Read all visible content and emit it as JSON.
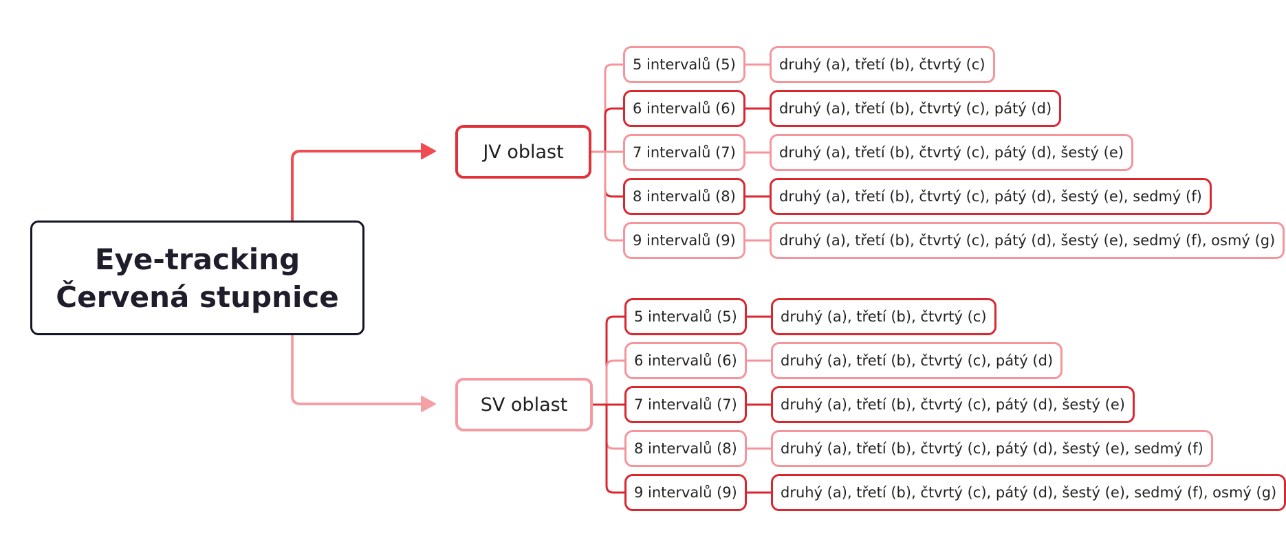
{
  "root": {
    "title_line1": "Eye-tracking",
    "title_line2": "Červená stupnice"
  },
  "colors": {
    "dark": "#d9262f",
    "light": "#f5959b",
    "root_border": "#141428",
    "arrow_top": "#ef4b50",
    "arrow_bottom": "#f5a0a5"
  },
  "branches": [
    {
      "label": "JV oblast",
      "emphasis": "dark",
      "rows": [
        {
          "interval": "5 intervalů (5)",
          "result": "druhý (a), třetí (b), čtvrtý (c)",
          "emphasis": "light"
        },
        {
          "interval": "6 intervalů (6)",
          "result": "druhý (a), třetí (b), čtvrtý (c), pátý (d)",
          "emphasis": "dark"
        },
        {
          "interval": "7 intervalů (7)",
          "result": "druhý (a), třetí (b), čtvrtý (c), pátý (d), šestý (e)",
          "emphasis": "light"
        },
        {
          "interval": "8 intervalů (8)",
          "result": "druhý (a), třetí (b), čtvrtý (c), pátý (d), šestý (e), sedmý (f)",
          "emphasis": "dark"
        },
        {
          "interval": "9 intervalů (9)",
          "result": "druhý (a), třetí (b), čtvrtý (c), pátý (d), šestý (e), sedmý (f), osmý (g)",
          "emphasis": "light"
        }
      ]
    },
    {
      "label": "SV oblast",
      "emphasis": "light",
      "rows": [
        {
          "interval": "5 intervalů (5)",
          "result": "druhý (a), třetí (b), čtvrtý (c)",
          "emphasis": "dark"
        },
        {
          "interval": "6 intervalů (6)",
          "result": "druhý (a), třetí (b), čtvrtý (c), pátý (d)",
          "emphasis": "light"
        },
        {
          "interval": "7 intervalů (7)",
          "result": "druhý (a), třetí (b), čtvrtý (c), pátý (d), šestý (e)",
          "emphasis": "dark"
        },
        {
          "interval": "8 intervalů (8)",
          "result": "druhý (a), třetí (b), čtvrtý (c), pátý (d), šestý (e), sedmý (f)",
          "emphasis": "light"
        },
        {
          "interval": "9 intervalů (9)",
          "result": "druhý (a), třetí (b), čtvrtý (c), pátý (d), šestý (e), sedmý (f), osmý (g)",
          "emphasis": "dark"
        }
      ]
    }
  ]
}
